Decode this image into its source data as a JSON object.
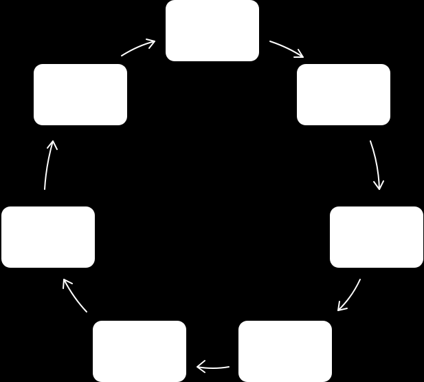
{
  "colors": {
    "background": "#000000",
    "node_fill": "#ffffff",
    "arrow": "#ffffff"
  },
  "diagram": {
    "type": "cycle",
    "nodes": [
      {
        "id": "node-1",
        "label": ""
      },
      {
        "id": "node-2",
        "label": ""
      },
      {
        "id": "node-3",
        "label": ""
      },
      {
        "id": "node-4",
        "label": ""
      },
      {
        "id": "node-5",
        "label": ""
      },
      {
        "id": "node-6",
        "label": ""
      },
      {
        "id": "node-7",
        "label": ""
      }
    ],
    "edges": [
      {
        "from": "node-1",
        "to": "node-2"
      },
      {
        "from": "node-2",
        "to": "node-3"
      },
      {
        "from": "node-3",
        "to": "node-4"
      },
      {
        "from": "node-4",
        "to": "node-5"
      },
      {
        "from": "node-5",
        "to": "node-6"
      },
      {
        "from": "node-6",
        "to": "node-7"
      },
      {
        "from": "node-7",
        "to": "node-1"
      }
    ],
    "arrow_style": "open-head"
  }
}
